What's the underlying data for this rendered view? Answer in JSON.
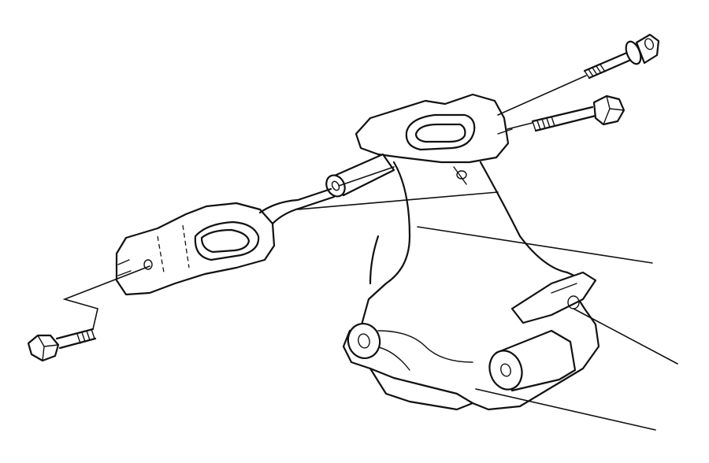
{
  "diagram": {
    "kind": "exploded-view line drawing",
    "ink_color": "#111111",
    "background_color": "#ffffff",
    "parts": [
      {
        "id": "upper-bolt",
        "icon": "bolt-with-washer-icon"
      },
      {
        "id": "upper-hex-bolt",
        "icon": "hex-bolt-icon"
      },
      {
        "id": "main-bracket",
        "icon": "engine-mount-bracket-icon"
      },
      {
        "id": "strut-arm",
        "icon": "torque-strut-icon"
      },
      {
        "id": "lower-hex-bolt",
        "icon": "hex-bolt-icon"
      }
    ],
    "leader_line_count": 6
  }
}
